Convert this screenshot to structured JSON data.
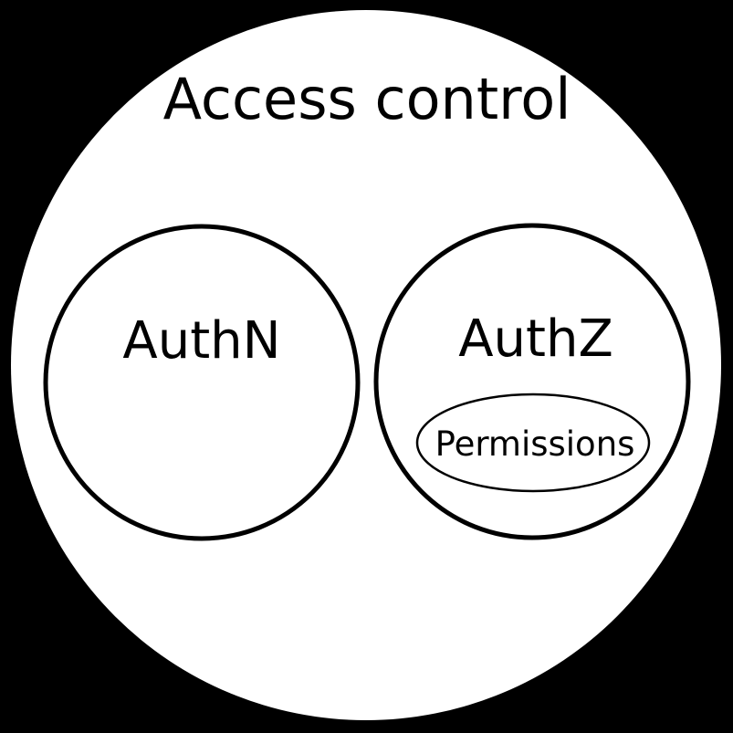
{
  "diagram": {
    "title": "Access control",
    "sets": [
      {
        "label": "AuthN"
      },
      {
        "label": "AuthZ",
        "children": [
          {
            "label": "Permissions"
          }
        ]
      }
    ]
  },
  "colors": {
    "background": "#000000",
    "fill": "#ffffff",
    "stroke": "#000000",
    "text": "#000000"
  }
}
